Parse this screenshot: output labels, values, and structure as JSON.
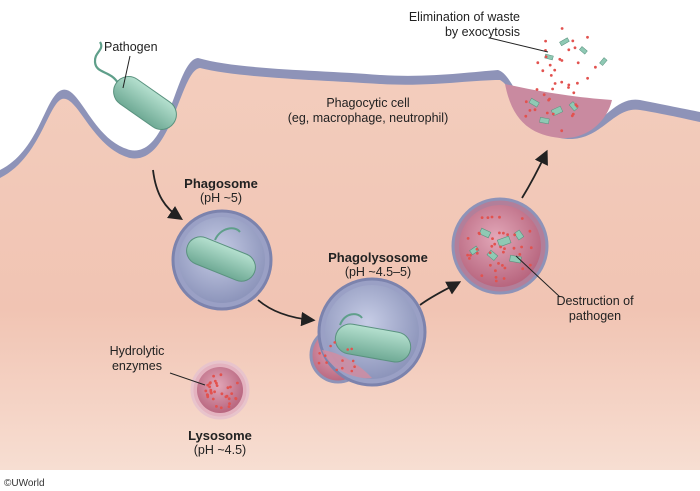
{
  "labels": {
    "pathogen": "Pathogen",
    "cell_title": "Phagocytic cell",
    "cell_subtitle": "(eg, macrophage, neutrophil)",
    "phagosome_name": "Phagosome",
    "phagosome_ph": "(pH ~5)",
    "phagolysosome_name": "Phagolysosome",
    "phagolysosome_ph": "(pH ~4.5–5)",
    "elimination_line1": "Elimination of waste",
    "elimination_line2": "by exocytosis",
    "destruction_line1": "Destruction of",
    "destruction_line2": "pathogen",
    "hydrolytic_line1": "Hydrolytic",
    "hydrolytic_line2": "enzymes",
    "lysosome_name": "Lysosome",
    "lysosome_ph": "(pH ~4.5)",
    "copyright": "©UWorld"
  },
  "colors": {
    "cytoplasm": "#f1c7b6",
    "membrane_outer": "#9a9fc0",
    "vacuole": "#aab2d2",
    "lysosome": "#c97f96",
    "enzyme_dot": "#e2524f",
    "pathogen": "#8fc9b4"
  }
}
